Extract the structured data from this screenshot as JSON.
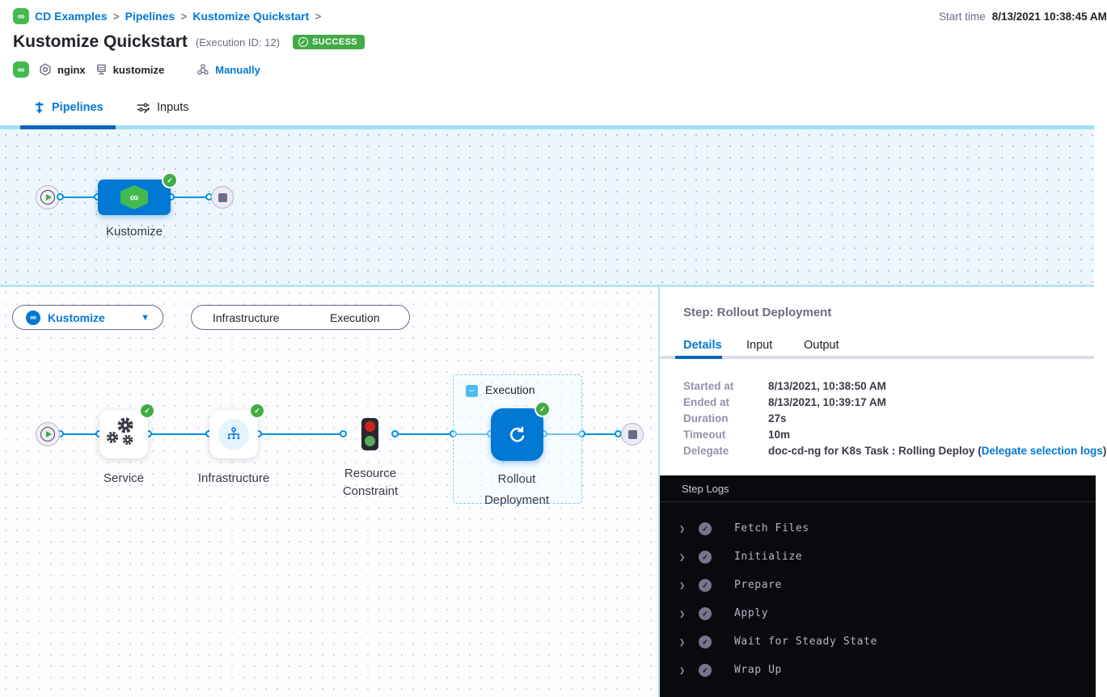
{
  "breadcrumb": {
    "items": [
      "CD Examples",
      "Pipelines",
      "Kustomize Quickstart"
    ],
    "separator": ">",
    "logo_glyph": "∞"
  },
  "topbar": {
    "start_time_label": "Start time",
    "start_time_value": "8/13/2021 10:38:45 AM"
  },
  "header": {
    "title": "Kustomize Quickstart",
    "execution_id": "(Execution ID: 12)",
    "status_badge": "SUCCESS",
    "status_check": "✓",
    "service_name": "nginx",
    "environment_name": "kustomize",
    "trigger_type": "Manually"
  },
  "nav_tabs": {
    "pipelines": "Pipelines",
    "inputs": "Inputs"
  },
  "pipeline_graph": {
    "stage_name": "Kustomize",
    "stage_icon_glyph": "∞",
    "status_check": "✓"
  },
  "stage_canvas": {
    "stage_selector": "Kustomize",
    "selector_caret": "▼",
    "view_toggle": {
      "infrastructure": "Infrastructure",
      "execution": "Execution"
    },
    "group": {
      "label": "Execution",
      "collapse_glyph": "–"
    },
    "nodes": {
      "service": "Service",
      "infrastructure": "Infrastructure",
      "resource_constraint_line1": "Resource",
      "resource_constraint_line2": "Constraint",
      "rollout_line1": "Rollout",
      "rollout_line2": "Deployment"
    },
    "status_check": "✓"
  },
  "step_panel": {
    "title": "Step: Rollout Deployment",
    "tabs": [
      "Details",
      "Input",
      "Output"
    ],
    "details": [
      {
        "label": "Started at",
        "value": "8/13/2021, 10:38:50 AM"
      },
      {
        "label": "Ended at",
        "value": "8/13/2021, 10:39:17 AM"
      },
      {
        "label": "Duration",
        "value": "27s"
      },
      {
        "label": "Timeout",
        "value": "10m"
      },
      {
        "label": "Delegate",
        "value": "doc-cd-ng for K8s Task : Rolling Deploy (",
        "link": "Delegate selection logs",
        "suffix": ")"
      }
    ]
  },
  "step_logs": {
    "title": "Step Logs",
    "chevron": "❯",
    "check": "✓",
    "entries": [
      "Fetch Files",
      "Initialize",
      "Prepare",
      "Apply",
      "Wait for Steady State",
      "Wrap Up"
    ]
  },
  "colors": {
    "accent_blue": "#0278d5",
    "line_blue": "#0092e4",
    "success_green": "#42ab45",
    "logo_green": "#42ba4f",
    "canvas_top_bg": "#edf6fc",
    "divider_light_blue": "#a3def2",
    "logs_bg": "#0a0a0e"
  }
}
